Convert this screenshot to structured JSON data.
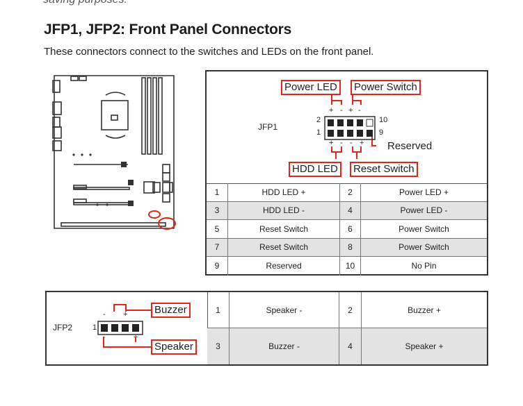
{
  "header": {
    "cut_text": "saving purposes.",
    "title": "JFP1, JFP2: Front Panel Connectors",
    "intro": "These connectors connect to the switches and LEDs on the front panel."
  },
  "jfp1": {
    "name": "JFP1",
    "labels": {
      "power_led": "Power LED",
      "power_switch": "Power Switch",
      "hdd_led": "HDD LED",
      "reset_switch": "Reset Switch",
      "reserved": "Reserved"
    },
    "pin_numbers": {
      "top_left": "2",
      "bottom_left": "1",
      "top_right": "10",
      "bottom_right": "9"
    },
    "signs": {
      "top": [
        "+",
        "-",
        "+",
        "-"
      ],
      "bottom": [
        "+",
        "-",
        "-",
        "+"
      ]
    },
    "rows": [
      {
        "p1": "1",
        "d1": "HDD LED +",
        "p2": "2",
        "d2": "Power LED +"
      },
      {
        "p1": "3",
        "d1": "HDD LED -",
        "p2": "4",
        "d2": "Power LED -"
      },
      {
        "p1": "5",
        "d1": "Reset Switch",
        "p2": "6",
        "d2": "Power Switch"
      },
      {
        "p1": "7",
        "d1": "Reset Switch",
        "p2": "8",
        "d2": "Power Switch"
      },
      {
        "p1": "9",
        "d1": "Reserved",
        "p2": "10",
        "d2": "No Pin"
      }
    ]
  },
  "jfp2": {
    "name": "JFP2",
    "labels": {
      "buzzer": "Buzzer",
      "speaker": "Speaker"
    },
    "pin_one": "1",
    "signs": {
      "top": [
        "-",
        "+"
      ],
      "bottom": [
        "-",
        "+"
      ]
    },
    "rows": [
      {
        "p1": "1",
        "d1": "Speaker -",
        "p2": "2",
        "d2": "Buzzer +"
      },
      {
        "p1": "3",
        "d1": "Buzzer -",
        "p2": "4",
        "d2": "Speaker +"
      }
    ]
  },
  "colors": {
    "highlight": "#e0271c",
    "shade": "#e3e3e3"
  }
}
